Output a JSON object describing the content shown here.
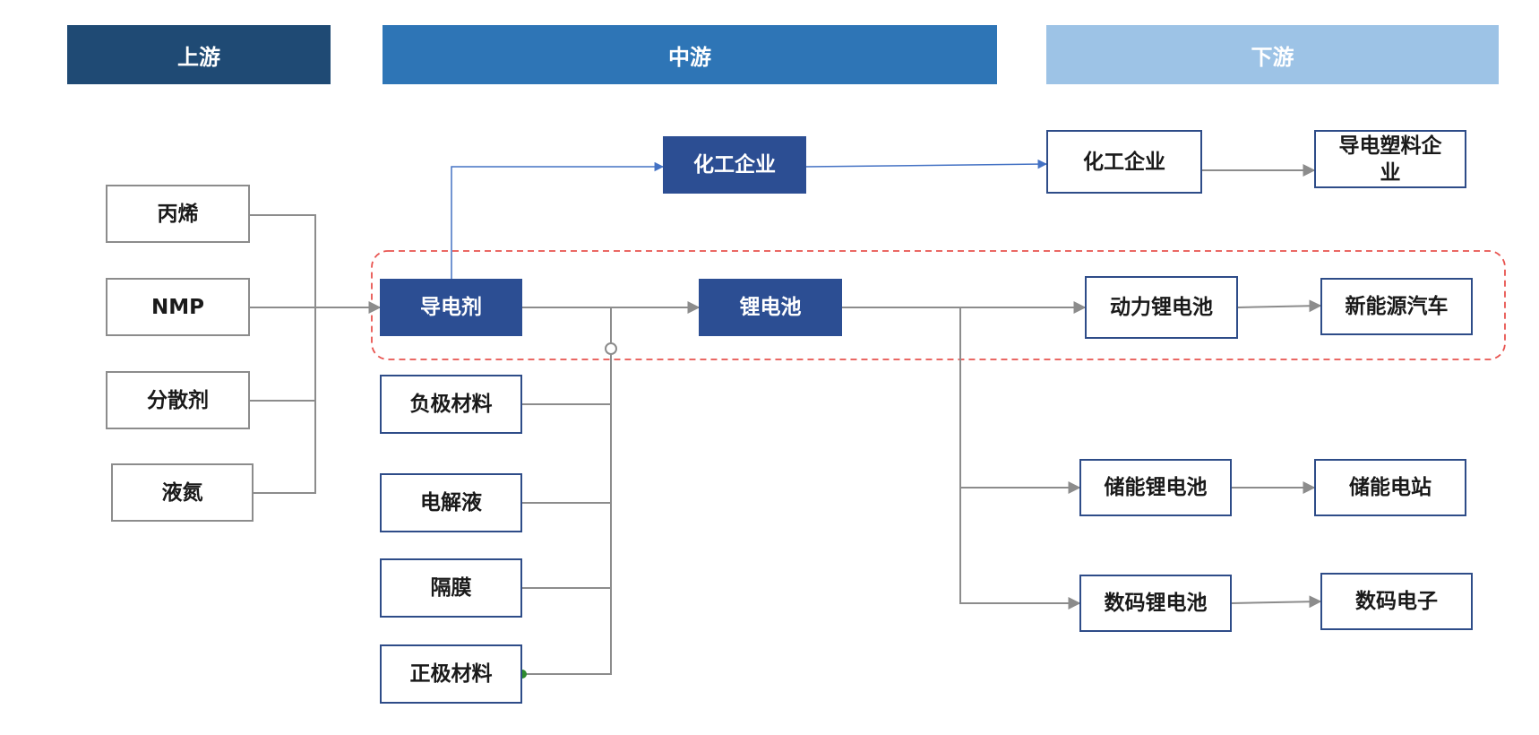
{
  "headers": {
    "upstream": "上游",
    "midstream": "中游",
    "downstream": "下游"
  },
  "upstream": {
    "propylene": "丙烯",
    "nmp": "NMP",
    "dispersant": "分散剂",
    "liquid_nitrogen": "液氮"
  },
  "midstream": {
    "conductive_agent": "导电剂",
    "chemical_company": "化工企业",
    "lithium_battery": "锂电池",
    "anode_material": "负极材料",
    "electrolyte": "电解液",
    "separator": "隔膜",
    "cathode_material": "正极材料"
  },
  "downstream": {
    "chemical_company": "化工企业",
    "conductive_plastic_company": "导电塑料企业",
    "power_lithium_battery": "动力锂电池",
    "new_energy_vehicle": "新能源汽车",
    "energy_storage_battery": "储能锂电池",
    "energy_storage_station": "储能电站",
    "digital_battery": "数码锂电池",
    "digital_electronics": "数码电子"
  },
  "colors": {
    "header_upstream": "#1f4a74",
    "header_midstream": "#2e75b6",
    "header_downstream": "#9dc3e6",
    "highlight_border": "#e8534f",
    "connector_gray": "#8c8c8c",
    "connector_blue": "#4472c4"
  }
}
